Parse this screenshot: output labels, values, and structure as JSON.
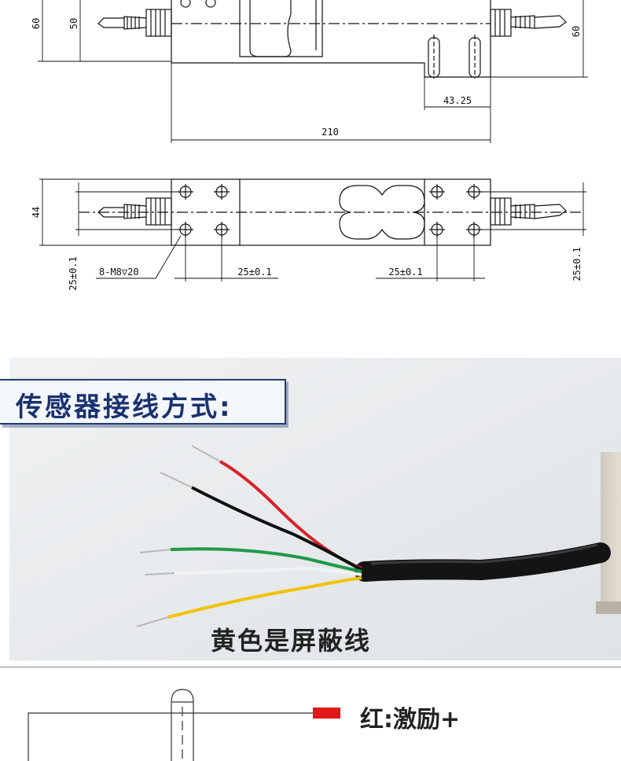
{
  "side_view": {
    "dim_left_height": "60",
    "dim_inner_height": "50",
    "dim_right_height": "60",
    "dim_step_width": "43.25",
    "dim_total_length": "210"
  },
  "top_view": {
    "dim_width": "44",
    "dim_left_edge": "25±0.1",
    "dim_right_edge": "25±0.1",
    "dim_thread_callout": "8-M8▽20",
    "dim_hole_pitch_left": "25±0.1",
    "dim_hole_pitch_right": "25±0.1"
  },
  "photo": {
    "banner_title": "传感器接线方式:",
    "caption": "黄色是屏蔽线",
    "wire_colors": {
      "red": "#d8222a",
      "black": "#111111",
      "green": "#1f9a4a",
      "white": "#f2f2f2",
      "yellow": "#f2c200"
    }
  },
  "wiring": {
    "red_wire_label": "红:激励+",
    "red_color": "#e01818"
  }
}
